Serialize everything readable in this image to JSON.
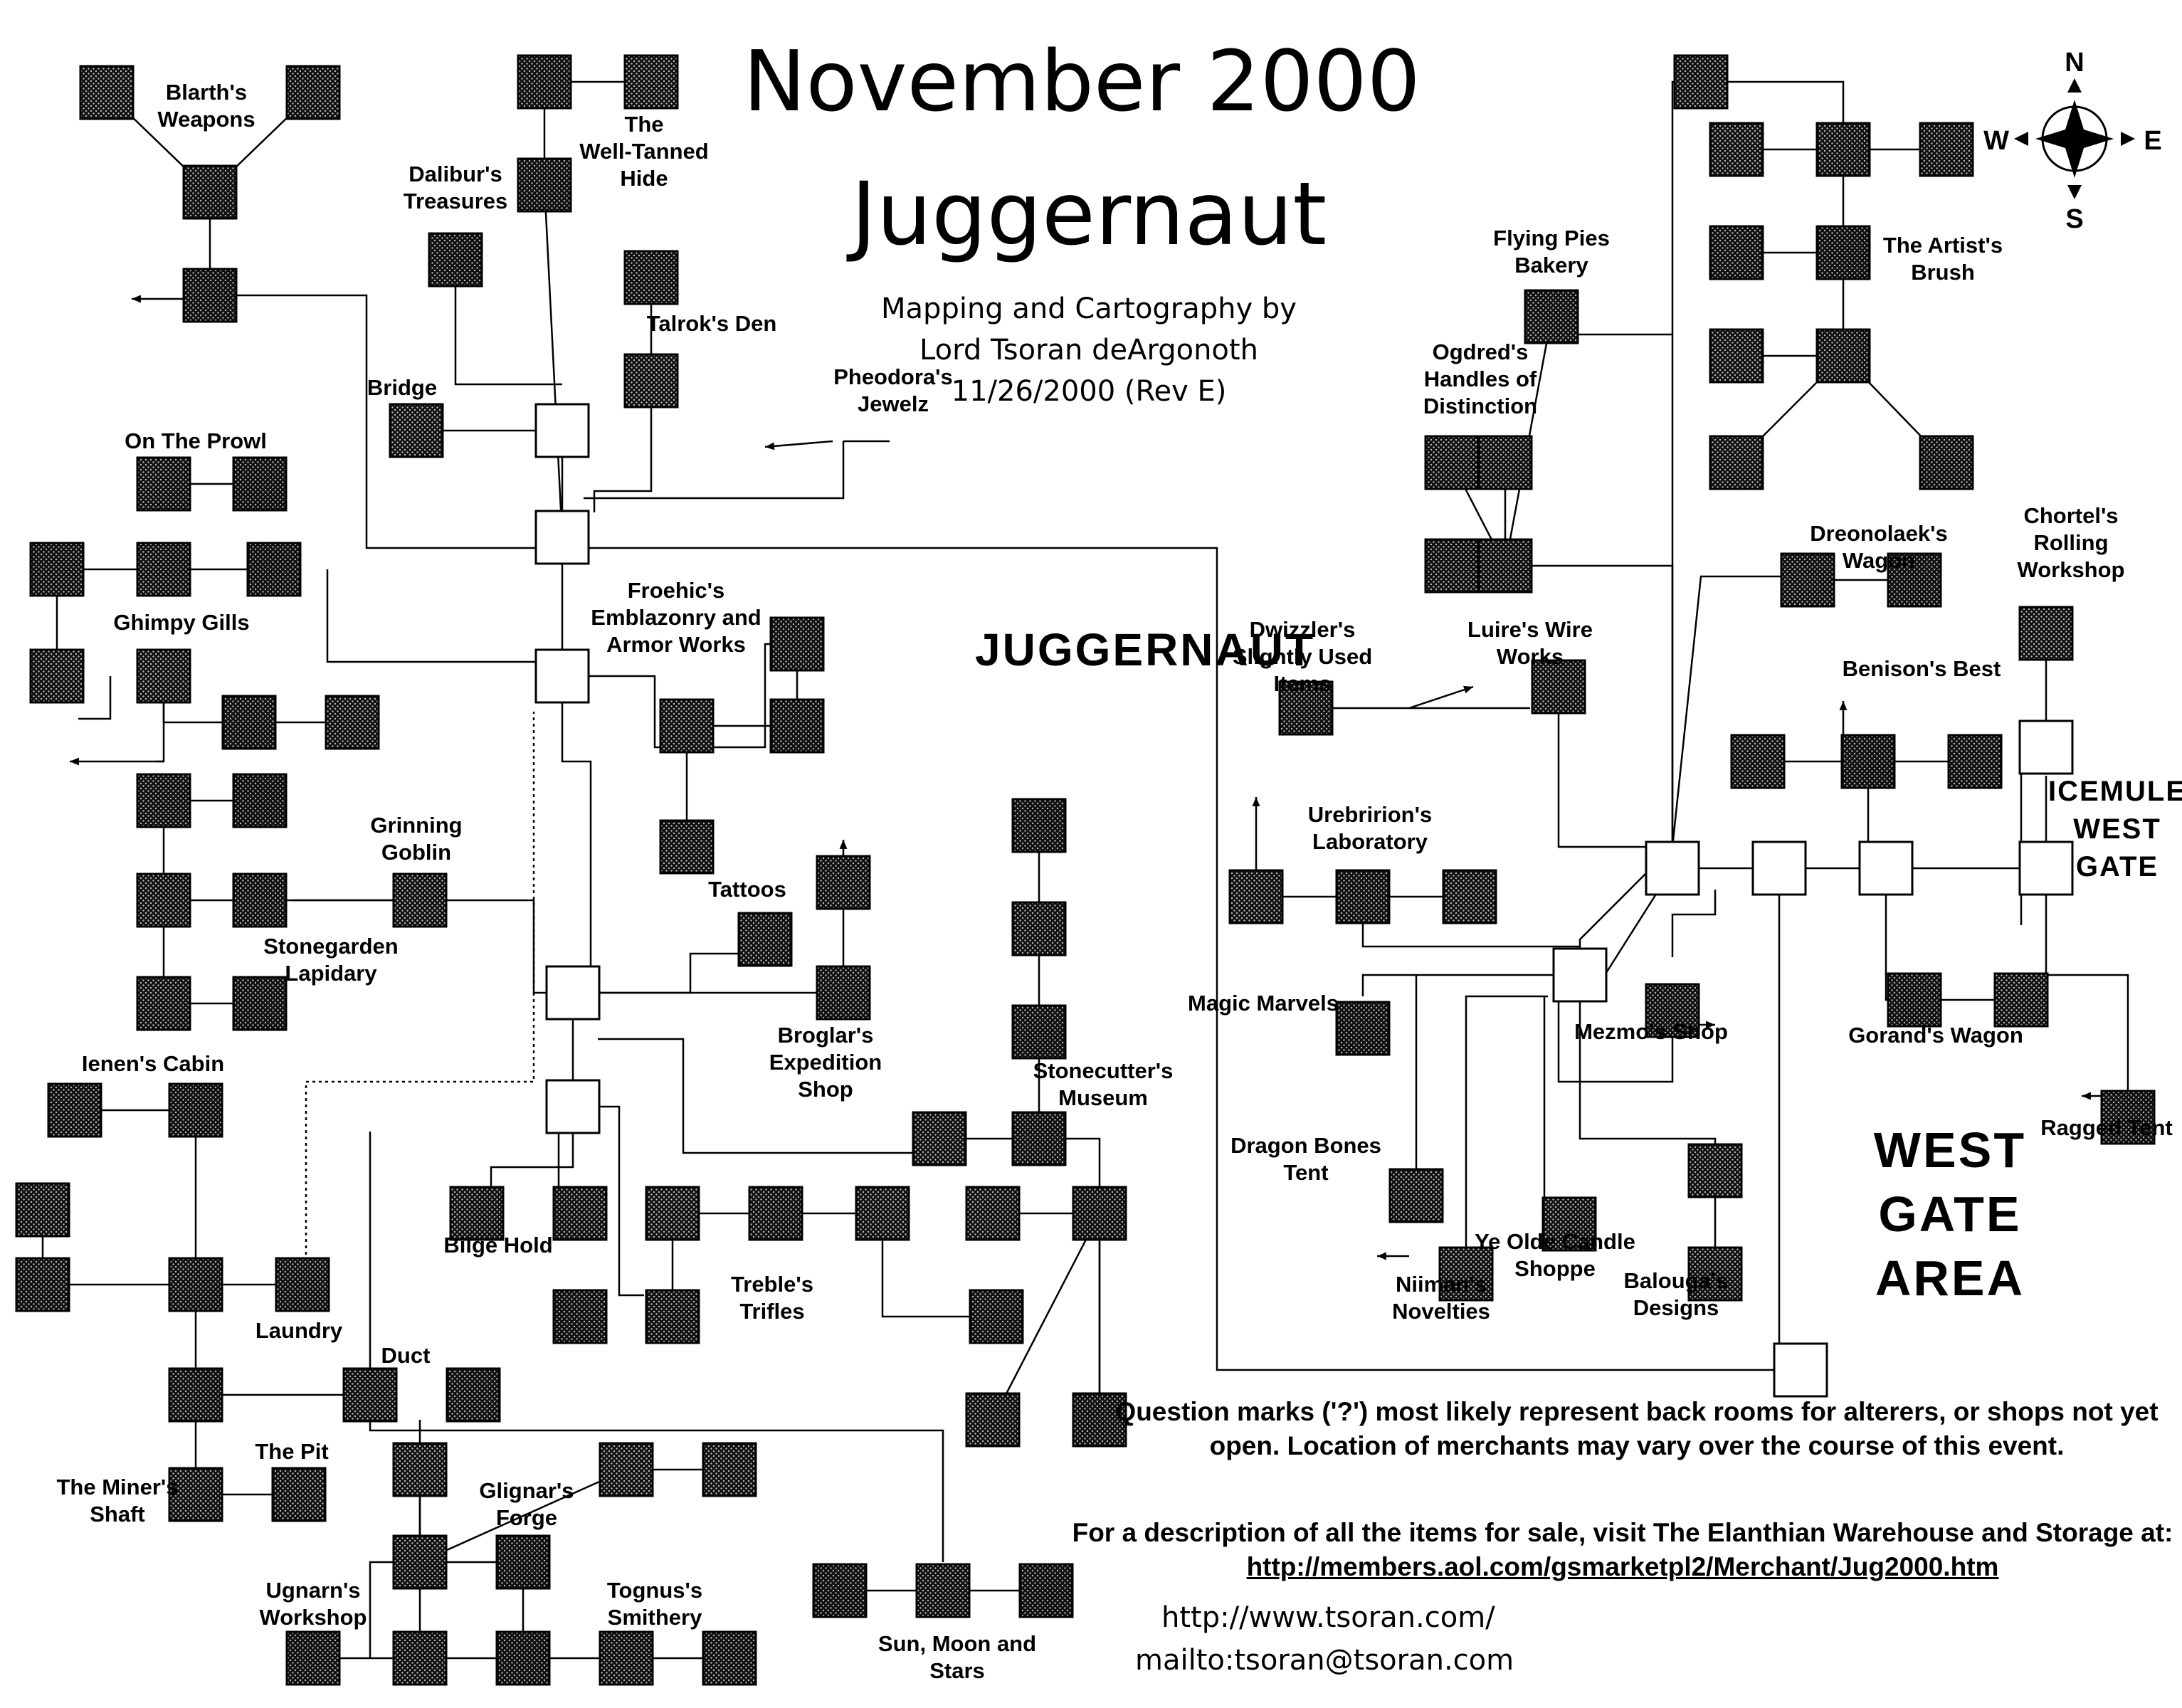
{
  "header": {
    "title_line1": "November 2000",
    "title_line2": "Juggernaut",
    "credit_line1": "Mapping and Cartography by",
    "credit_line2": "Lord Tsoran deArgonoth",
    "credit_line3": "11/26/2000 (Rev E)"
  },
  "area_labels": {
    "juggernaut": "Juggernaut",
    "icemule_gate": [
      "Icemule",
      "West",
      "Gate"
    ],
    "west_gate_area": [
      "West",
      "Gate",
      "Area"
    ]
  },
  "compass": {
    "n": "N",
    "s": "S",
    "e": "E",
    "w": "W"
  },
  "footer": {
    "note": "Question marks ('?') most likely represent back  rooms for alterers, or shops not yet open.  Location of merchants may vary over the course of this event.",
    "desc_prefix": "For a description of all the items for sale, visit The Elanthian Warehouse and Storage at: ",
    "desc_url": "http://members.aol.com/gsmarketpl2/Merchant/Jug2000.htm",
    "site": "http://www.tsoran.com/",
    "mail": "mailto:tsoran@tsoran.com"
  },
  "shops": [
    "Blarth's Weapons",
    "The Well-Tanned Hide",
    "Dalibur's Treasures",
    "Talrok's Den",
    "Bridge",
    "Pheodora's Jewelz",
    "On The Prowl",
    "Ghimpy Gills",
    "Froehic's Emblazonry and Armor Works",
    "Grinning Goblin",
    "Stonegarden Lapidary",
    "Tattoos",
    "Broglar's Expedition Shop",
    "Stonecutter's Museum",
    "Ienen's Cabin",
    "Bilge Hold",
    "Treble's Trifles",
    "Laundry",
    "Duct",
    "The Pit",
    "The Miner's Shaft",
    "Glignar's Forge",
    "Ugnarn's Workshop",
    "Tognus's Smithery",
    "Sun, Moon and Stars",
    "Flying Pies Bakery",
    "The Artist's Brush",
    "Ogdred's Handles of Distinction",
    "Dreonolaek's Wagon",
    "Chortel's Rolling Workshop",
    "Dwizzler's Slightly Used Items",
    "Luire's Wire Works",
    "Benison's Best",
    "Urebririon's Laboratory",
    "Magic Marvels",
    "Mezmo's Shop",
    "Gorand's Wagon",
    "Ragged Tent",
    "Dragon Bones Tent",
    "Ye Olde Candle Shoppe",
    "Niiman's Novelties",
    "Balouga's Designs"
  ]
}
